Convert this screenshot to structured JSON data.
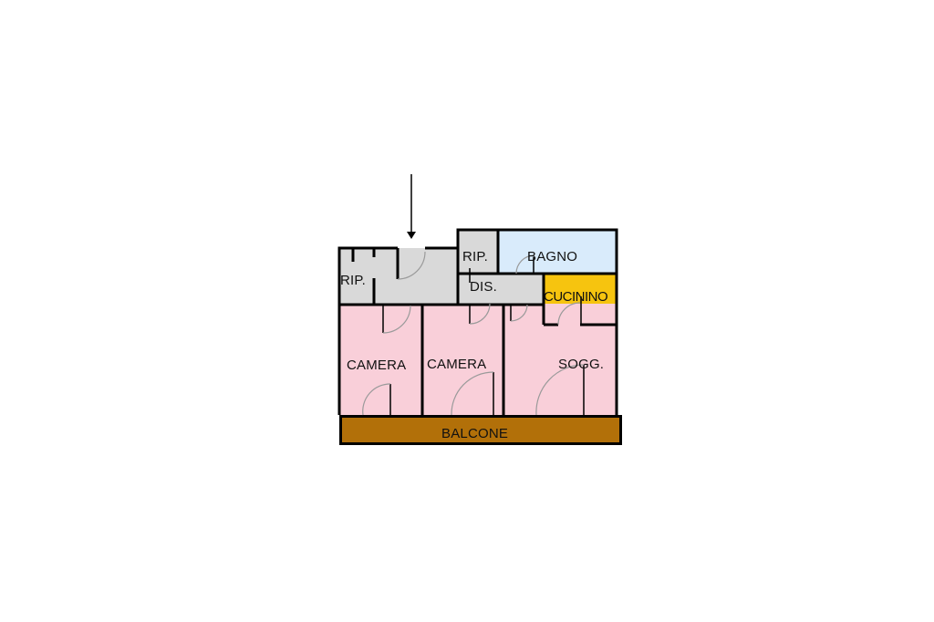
{
  "floorplan": {
    "colors": {
      "wall": "#000000",
      "service": "#d9d9d9",
      "bedroom": "#f9cfd9",
      "bathroom": "#d9ebfb",
      "kitchen": "#f6c40f",
      "balcony": "#b27009",
      "door_arc": "#9a9a9a"
    },
    "entrance_arrow": "arrow-down",
    "rooms": [
      {
        "id": "rip1",
        "label": "RIP."
      },
      {
        "id": "ingresso",
        "label": ""
      },
      {
        "id": "rip2",
        "label": "RIP."
      },
      {
        "id": "bagno",
        "label": "BAGNO"
      },
      {
        "id": "dis",
        "label": "DIS."
      },
      {
        "id": "cucinino",
        "label": "CUCININO"
      },
      {
        "id": "camera1",
        "label": "CAMERA"
      },
      {
        "id": "camera2",
        "label": "CAMERA"
      },
      {
        "id": "soggiorno",
        "label": "SOGG."
      },
      {
        "id": "balcone",
        "label": "BALCONE"
      }
    ]
  }
}
